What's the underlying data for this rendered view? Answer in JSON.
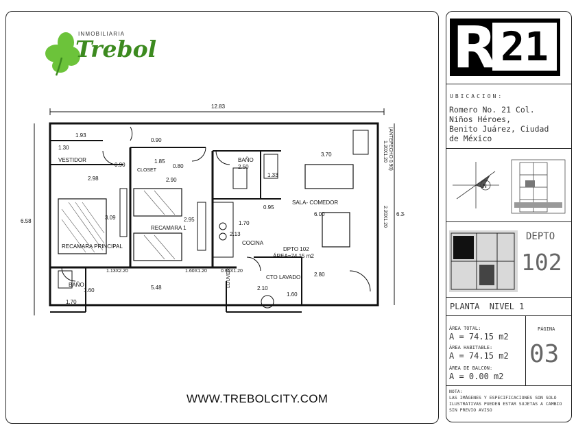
{
  "brand": {
    "top_text": "INMOBILIARIA",
    "name": "Trebol",
    "green": "#6cc33a",
    "dark_green": "#3c8a1f"
  },
  "website": "WWW.TREBOLCITY.COM",
  "plan": {
    "dims": {
      "overall_width": "12.83",
      "left_height": "6.58",
      "right_height": "6.34",
      "d1": "1.93",
      "d2": "1.30",
      "d3": "0.90",
      "d4": "0.90",
      "d5": "1.85",
      "d6": "0.80",
      "d7": "2.50",
      "d8": "3.70",
      "d9": "2.98",
      "d10": "2.90",
      "d11": "1.33",
      "d12": "0.95",
      "d13": "6.00",
      "d14": "3.09",
      "d15": "2.95",
      "d16": "1.70",
      "d17": "2.13",
      "d18": "2.80",
      "d19": "5.48",
      "d20": "1.60",
      "d21": "1.70",
      "d22": "2.10",
      "d23": "1.60",
      "w1": "1.13X2.20",
      "w2": "1.60X1.20",
      "w3": "0.65X1.20",
      "w4": "1.20X1.20",
      "w5": "2.20X1.20"
    },
    "rooms": {
      "vestidor": "VESTIDOR",
      "closet": "CLOSET",
      "bano_top": "BAÑO",
      "sala": "SALA- COMEDOR",
      "recamara1": "RECAMARA 1",
      "recamara_principal": "RECAMARA PRINCIPAL",
      "cocina": "COCINA",
      "depto": "DPTO 102",
      "area": "ÁREA=74.15 m2",
      "bano_bottom": "BAÑO",
      "cto_lavado": "CTO LAVADO",
      "louver": "LOUVER",
      "antepecho": "(ANTEPECHO 0.90)"
    }
  },
  "title_block": {
    "logo_r": "R",
    "logo_num": "21",
    "ubicacion_label": "UBICACION:",
    "address": [
      "Romero No. 21 Col.",
      "Niños Héroes,",
      "Benito Juárez, Ciudad",
      "de México"
    ],
    "depto_label": "DEPTO",
    "depto_number": "102",
    "planta": "PLANTA  NIVEL 1",
    "area_total_label": "ÁREA TOTAL:",
    "area_total": "A = 74.15 m2",
    "area_habitable_label": "ÁREA HABITABLE:",
    "area_habitable": "A = 74.15 m2",
    "area_balcon_label": "ÁREA DE BALCON:",
    "area_balcon": "A = 0.00 m2",
    "pagina_label": "PÁGINA",
    "pagina": "03",
    "nota_label": "NOTA:",
    "nota": [
      "LAS IMÁGENES Y ESPECIFICACIONES SON SOLO",
      "ILUSTRATIVAS PUEDEN ESTAR SUJETAS A CAMBIO",
      "SIN PREVIO AVISO"
    ]
  }
}
